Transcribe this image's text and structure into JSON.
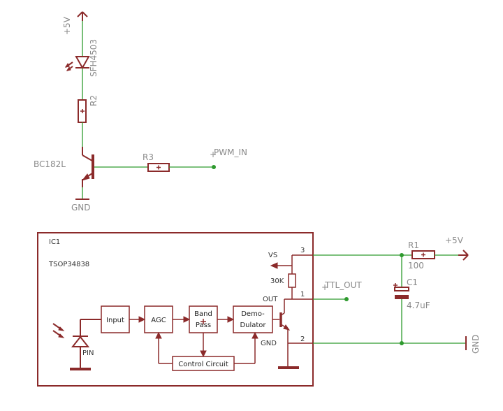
{
  "colors": {
    "part": "#8b2a2a",
    "wire": "#2e9a2e",
    "label": "#8a8a8a",
    "background": "#ffffff"
  },
  "top_circuit": {
    "supply": "+5V",
    "led": "SFH4503",
    "r2": "R2",
    "transistor": "BC182L",
    "gnd": "GND",
    "r3": "R3",
    "pwm_in": "PWM_IN"
  },
  "ic": {
    "name": "IC1",
    "part": "TSOP34838",
    "blocks": {
      "input": "Input",
      "agc": "AGC",
      "band_pass_1": "Band",
      "band_pass_2": "Pass",
      "demod_1": "Demo-",
      "demod_2": "Dulator",
      "control": "Control Circuit"
    },
    "pin_label": "PIN",
    "vs": "VS",
    "resistor": "30K",
    "out": "OUT",
    "gnd": "GND",
    "pin3": "3",
    "pin1": "1",
    "pin2": "2"
  },
  "right_circuit": {
    "r1": "R1",
    "r1_value": "100",
    "supply": "+5V",
    "ttl_out": "TTL_OUT",
    "c1": "C1",
    "c1_value": "4.7uF",
    "gnd": "GND"
  }
}
